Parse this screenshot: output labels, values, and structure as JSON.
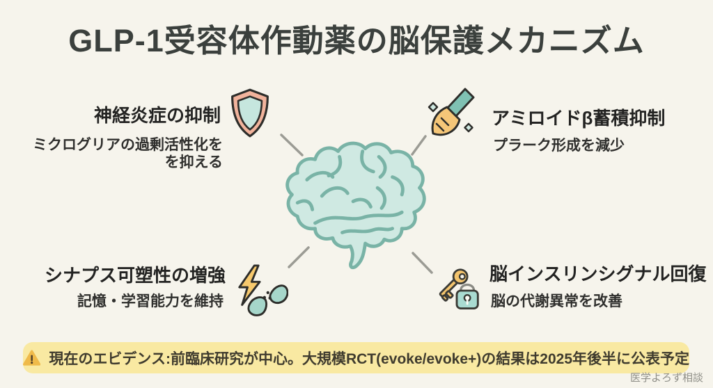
{
  "title": "GLP-1受容体作動薬の脳保護メカニズム",
  "center": {
    "illustration": "brain-illustration"
  },
  "quadrants": {
    "top_left": {
      "heading": "神経炎症の抑制",
      "subtitle_line1": "ミクログリアの過剰活性化を",
      "subtitle_line2": "を抑える",
      "icon": "shield-icon"
    },
    "top_right": {
      "heading": "アミロイドβ蓄積抑制",
      "subtitle": "プラーク形成を減少",
      "icon": "broom-icon"
    },
    "bottom_left": {
      "heading": "シナプス可塑性の増強",
      "subtitle": "記憶・学習能力を維持",
      "icon": "lightning-synapse-icon"
    },
    "bottom_right": {
      "heading": "脳インスリンシグナル回復",
      "subtitle": "脳の代謝異常を改善",
      "icon": "key-lock-icon"
    }
  },
  "banner": {
    "icon": "warning-icon",
    "text": "現在のエビデンス:前臨床研究が中心。大規模RCT(evoke/evoke+)の結果は2025年後半に公表予定"
  },
  "watermark": "医学よろず相談",
  "palette": {
    "background": "#f6f4ec",
    "title_text": "#3b403d",
    "heading_text": "#232322",
    "body_text": "#2f2f2d",
    "banner_bg": "#f9e9a2",
    "banner_text": "#3f3b2e",
    "brain_fill": "#cfe9e2",
    "brain_stroke": "#79b3a6",
    "shield_outer": "#f1b39c",
    "shield_inner": "#c6e6de",
    "accent_teal": "#a6d6ca",
    "accent_yellow": "#f5c678",
    "warning_triangle": "#efba4a",
    "connector_gray": "#9b9b94",
    "watermark_text": "#8f8f88"
  }
}
